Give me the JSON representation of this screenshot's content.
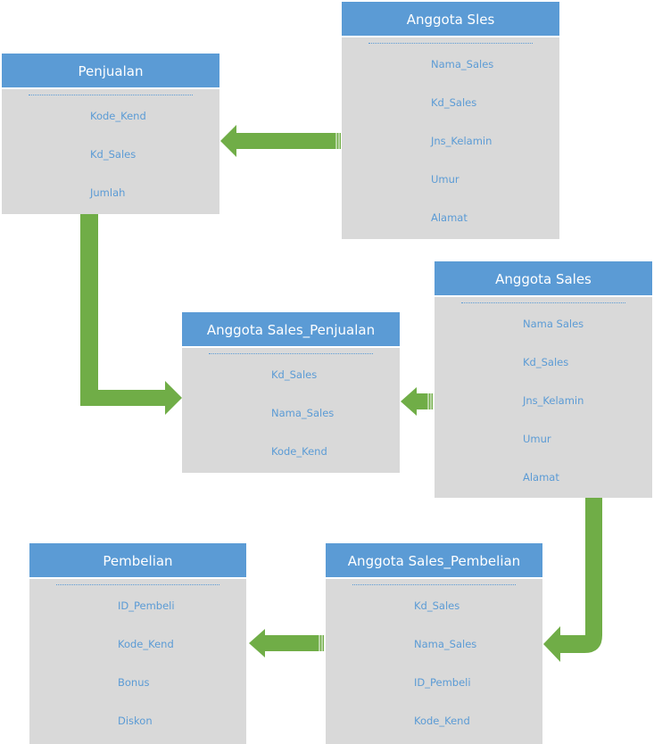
{
  "entities": {
    "penjualan": {
      "title": "Penjualan",
      "fields": [
        "Kode_Kend",
        "Kd_Sales",
        "Jumlah"
      ]
    },
    "anggota_sles": {
      "title": "Anggota Sles",
      "fields": [
        "Nama_Sales",
        "Kd_Sales",
        "Jns_Kelamin",
        "Umur",
        "Alamat"
      ]
    },
    "anggota_sales_penjualan": {
      "title": "Anggota Sales_Penjualan",
      "fields": [
        "Kd_Sales",
        "Nama_Sales",
        "Kode_Kend"
      ]
    },
    "anggota_sales": {
      "title": "Anggota Sales",
      "fields": [
        "Nama Sales",
        "Kd_Sales",
        "Jns_Kelamin",
        "Umur",
        "Alamat"
      ]
    },
    "pembelian": {
      "title": "Pembelian",
      "fields": [
        "ID_Pembeli",
        "Kode_Kend",
        "Bonus",
        "Diskon"
      ]
    },
    "anggota_sales_pembelian": {
      "title": "Anggota Sales_Pembelian",
      "fields": [
        "Kd_Sales",
        "Nama_Sales",
        "ID_Pembeli",
        "Kode_Kend"
      ]
    }
  },
  "colors": {
    "header": "#5b9bd5",
    "body": "#d9d9d9",
    "field_text": "#5b9bd5",
    "arrow": "#70ad47"
  }
}
